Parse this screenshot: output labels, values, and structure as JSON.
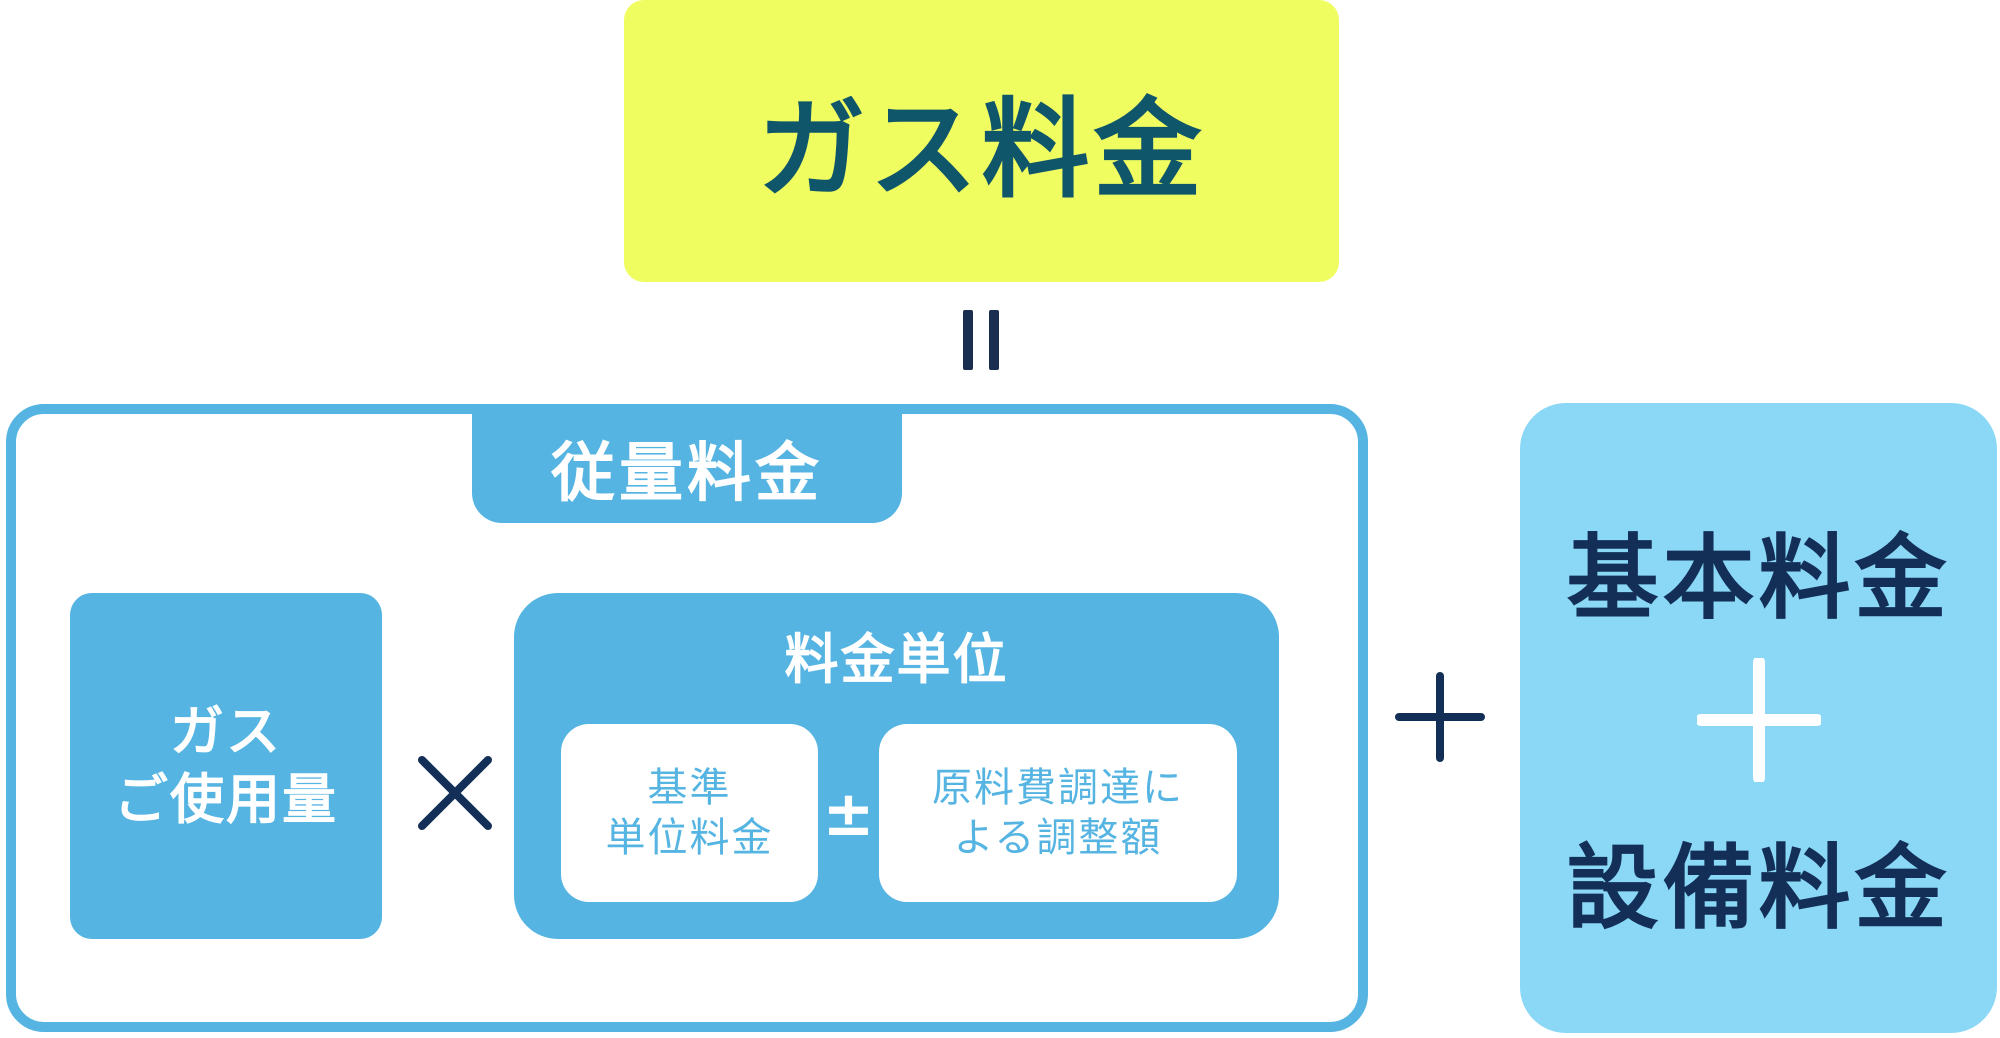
{
  "total": {
    "label": "ガス料金"
  },
  "usage_charge": {
    "label": "従量料金",
    "usage_amount": {
      "line1": "ガス",
      "line2": "ご使用量"
    },
    "unit_price": {
      "label": "料金単位",
      "base_unit_price": {
        "line1": "基準",
        "line2": "単位料金"
      },
      "operator": "±",
      "fuel_adjustment": {
        "line1": "原料費調達に",
        "line2": "よる調整額"
      }
    }
  },
  "fixed_charges": {
    "basic_charge": "基本料金",
    "facility_charge": "設備料金"
  },
  "colors": {
    "highlight_yellow": "#f0fd61",
    "primary_blue": "#55b4e2",
    "light_blue": "#8ad7f6",
    "navy": "#132f57",
    "teal_text": "#10566a"
  }
}
